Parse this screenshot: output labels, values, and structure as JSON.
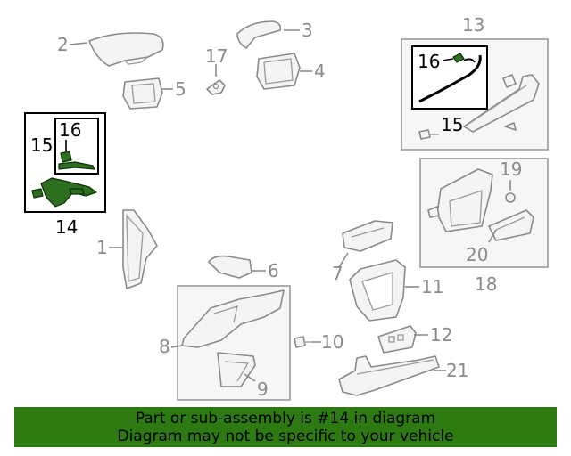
{
  "callouts": {
    "c1": "1",
    "c2": "2",
    "c3": "3",
    "c4": "4",
    "c5": "5",
    "c6": "6",
    "c7": "7",
    "c8": "8",
    "c9": "9",
    "c10": "10",
    "c11": "11",
    "c12": "12",
    "c13": "13",
    "c14": "14",
    "c15a": "15",
    "c15b": "15",
    "c16a": "16",
    "c16b": "16",
    "c17": "17",
    "c18": "18",
    "c19": "19",
    "c20": "20",
    "c21": "21"
  },
  "highlighted_part": "14",
  "colors": {
    "highlight": "#2d6e1f",
    "banner": "#2d7a12",
    "callout": "#8a8a8a"
  },
  "banner": {
    "line1": "Part or sub-assembly is #14 in diagram",
    "line2": "Diagram may not be specific to your vehicle"
  }
}
